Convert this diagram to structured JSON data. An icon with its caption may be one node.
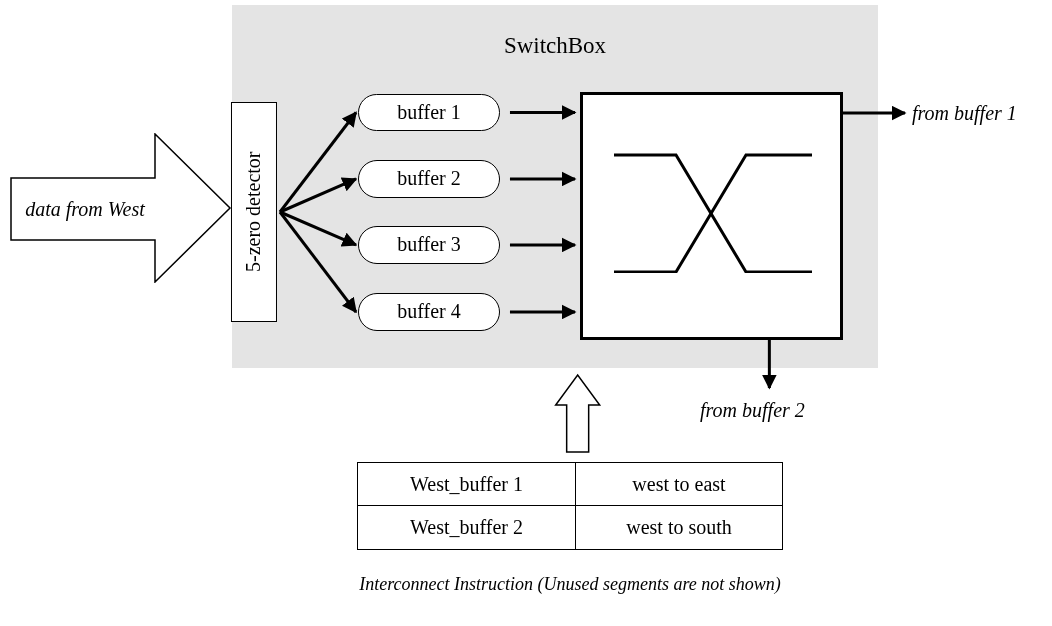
{
  "diagram": {
    "caption": "Interconnect Instruction (Unused segments are not shown)",
    "nodes": [
      {
        "text": [
          "SwitchBox"
        ]
      },
      {
        "text": [
          "data from West"
        ]
      },
      {
        "text": [
          "5-zero detector"
        ],
        "in": 0
      },
      {
        "text": [
          "buffer 1"
        ],
        "in": 0
      },
      {
        "text": [
          "buffer 2"
        ],
        "in": 0
      },
      {
        "text": [
          "buffer 3"
        ],
        "in": 0
      },
      {
        "text": [
          "buffer 4"
        ],
        "in": 0
      },
      {
        "text": [],
        "shape": "box",
        "in": 0
      },
      {
        "text": [
          "from buffer 1"
        ]
      },
      {
        "text": [
          "from buffer 2"
        ]
      },
      {
        "text": [
          "West_buffer 1",
          "west to east",
          "West_buffer 2",
          "west to south"
        ]
      }
    ],
    "edges": [
      {
        "from": 2,
        "to": 3,
        "arrow": "to"
      },
      {
        "from": 2,
        "to": 4,
        "arrow": "to"
      },
      {
        "from": 2,
        "to": 5,
        "arrow": "to"
      },
      {
        "from": 2,
        "to": 6,
        "arrow": "to"
      },
      {
        "from": 3,
        "to": 7,
        "arrow": "to"
      },
      {
        "from": 4,
        "to": 7,
        "arrow": "to"
      },
      {
        "from": 5,
        "to": 7,
        "arrow": "to"
      },
      {
        "from": 6,
        "to": 7,
        "arrow": "to"
      },
      {
        "from": 7,
        "to": 8,
        "arrow": "to"
      },
      {
        "from": 7,
        "to": 9,
        "arrow": "to"
      },
      {
        "from": 10,
        "to": 0,
        "arrow": "to",
        "style": "thick"
      }
    ]
  }
}
